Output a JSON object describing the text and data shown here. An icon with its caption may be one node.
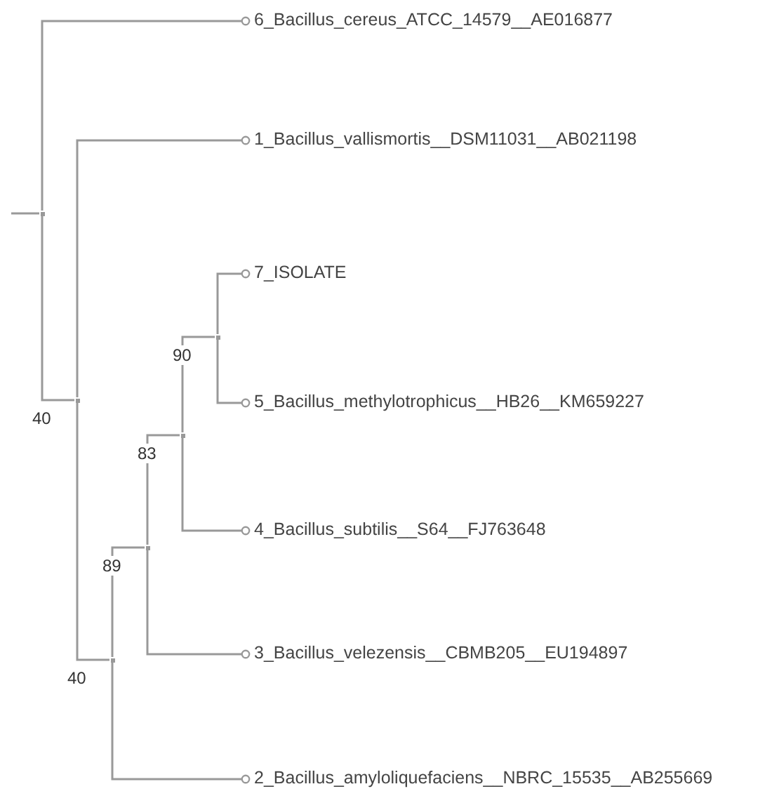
{
  "diagram": {
    "nodes": [
      {
        "text": [],
        "shape": "point"
      },
      {
        "text": [
          "6_Bacillus_cereus_ATCC_14579__AE016877"
        ]
      },
      {
        "text": [],
        "shape": "point",
        "beside": [
          "40"
        ]
      },
      {
        "text": [
          "1_Bacillus_vallismortis__DSM11031__AB021198"
        ]
      },
      {
        "text": [],
        "shape": "point",
        "beside": [
          "40"
        ]
      },
      {
        "text": [],
        "shape": "point",
        "beside": [
          "89"
        ]
      },
      {
        "text": [],
        "shape": "point",
        "beside": [
          "83"
        ]
      },
      {
        "text": [],
        "shape": "point",
        "beside": [
          "90"
        ]
      },
      {
        "text": [
          "7_ISOLATE"
        ]
      },
      {
        "text": [
          "5_Bacillus_methylotrophicus__HB26__KM659227"
        ]
      },
      {
        "text": [
          "4_Bacillus_subtilis__S64__FJ763648"
        ]
      },
      {
        "text": [
          "3_Bacillus_velezensis__CBMB205__EU194897"
        ]
      },
      {
        "text": [
          "2_Bacillus_amyloliquefaciens__NBRC_15535__AB255669"
        ]
      }
    ],
    "edges": [
      {
        "from": null,
        "to": 0,
        "arrow": "none"
      },
      {
        "from": 0,
        "to": 1,
        "arrow": "other"
      },
      {
        "from": 0,
        "to": 2,
        "arrow": "none"
      },
      {
        "from": 2,
        "to": 3,
        "arrow": "other"
      },
      {
        "from": 2,
        "to": 4,
        "arrow": "none"
      },
      {
        "from": 4,
        "to": 5,
        "arrow": "none"
      },
      {
        "from": 4,
        "to": 12,
        "arrow": "other"
      },
      {
        "from": 5,
        "to": 6,
        "arrow": "none"
      },
      {
        "from": 5,
        "to": 11,
        "arrow": "other"
      },
      {
        "from": 6,
        "to": 7,
        "arrow": "none"
      },
      {
        "from": 6,
        "to": 10,
        "arrow": "other"
      },
      {
        "from": 7,
        "to": 8,
        "arrow": "other"
      },
      {
        "from": 7,
        "to": 9,
        "arrow": "other"
      }
    ]
  }
}
